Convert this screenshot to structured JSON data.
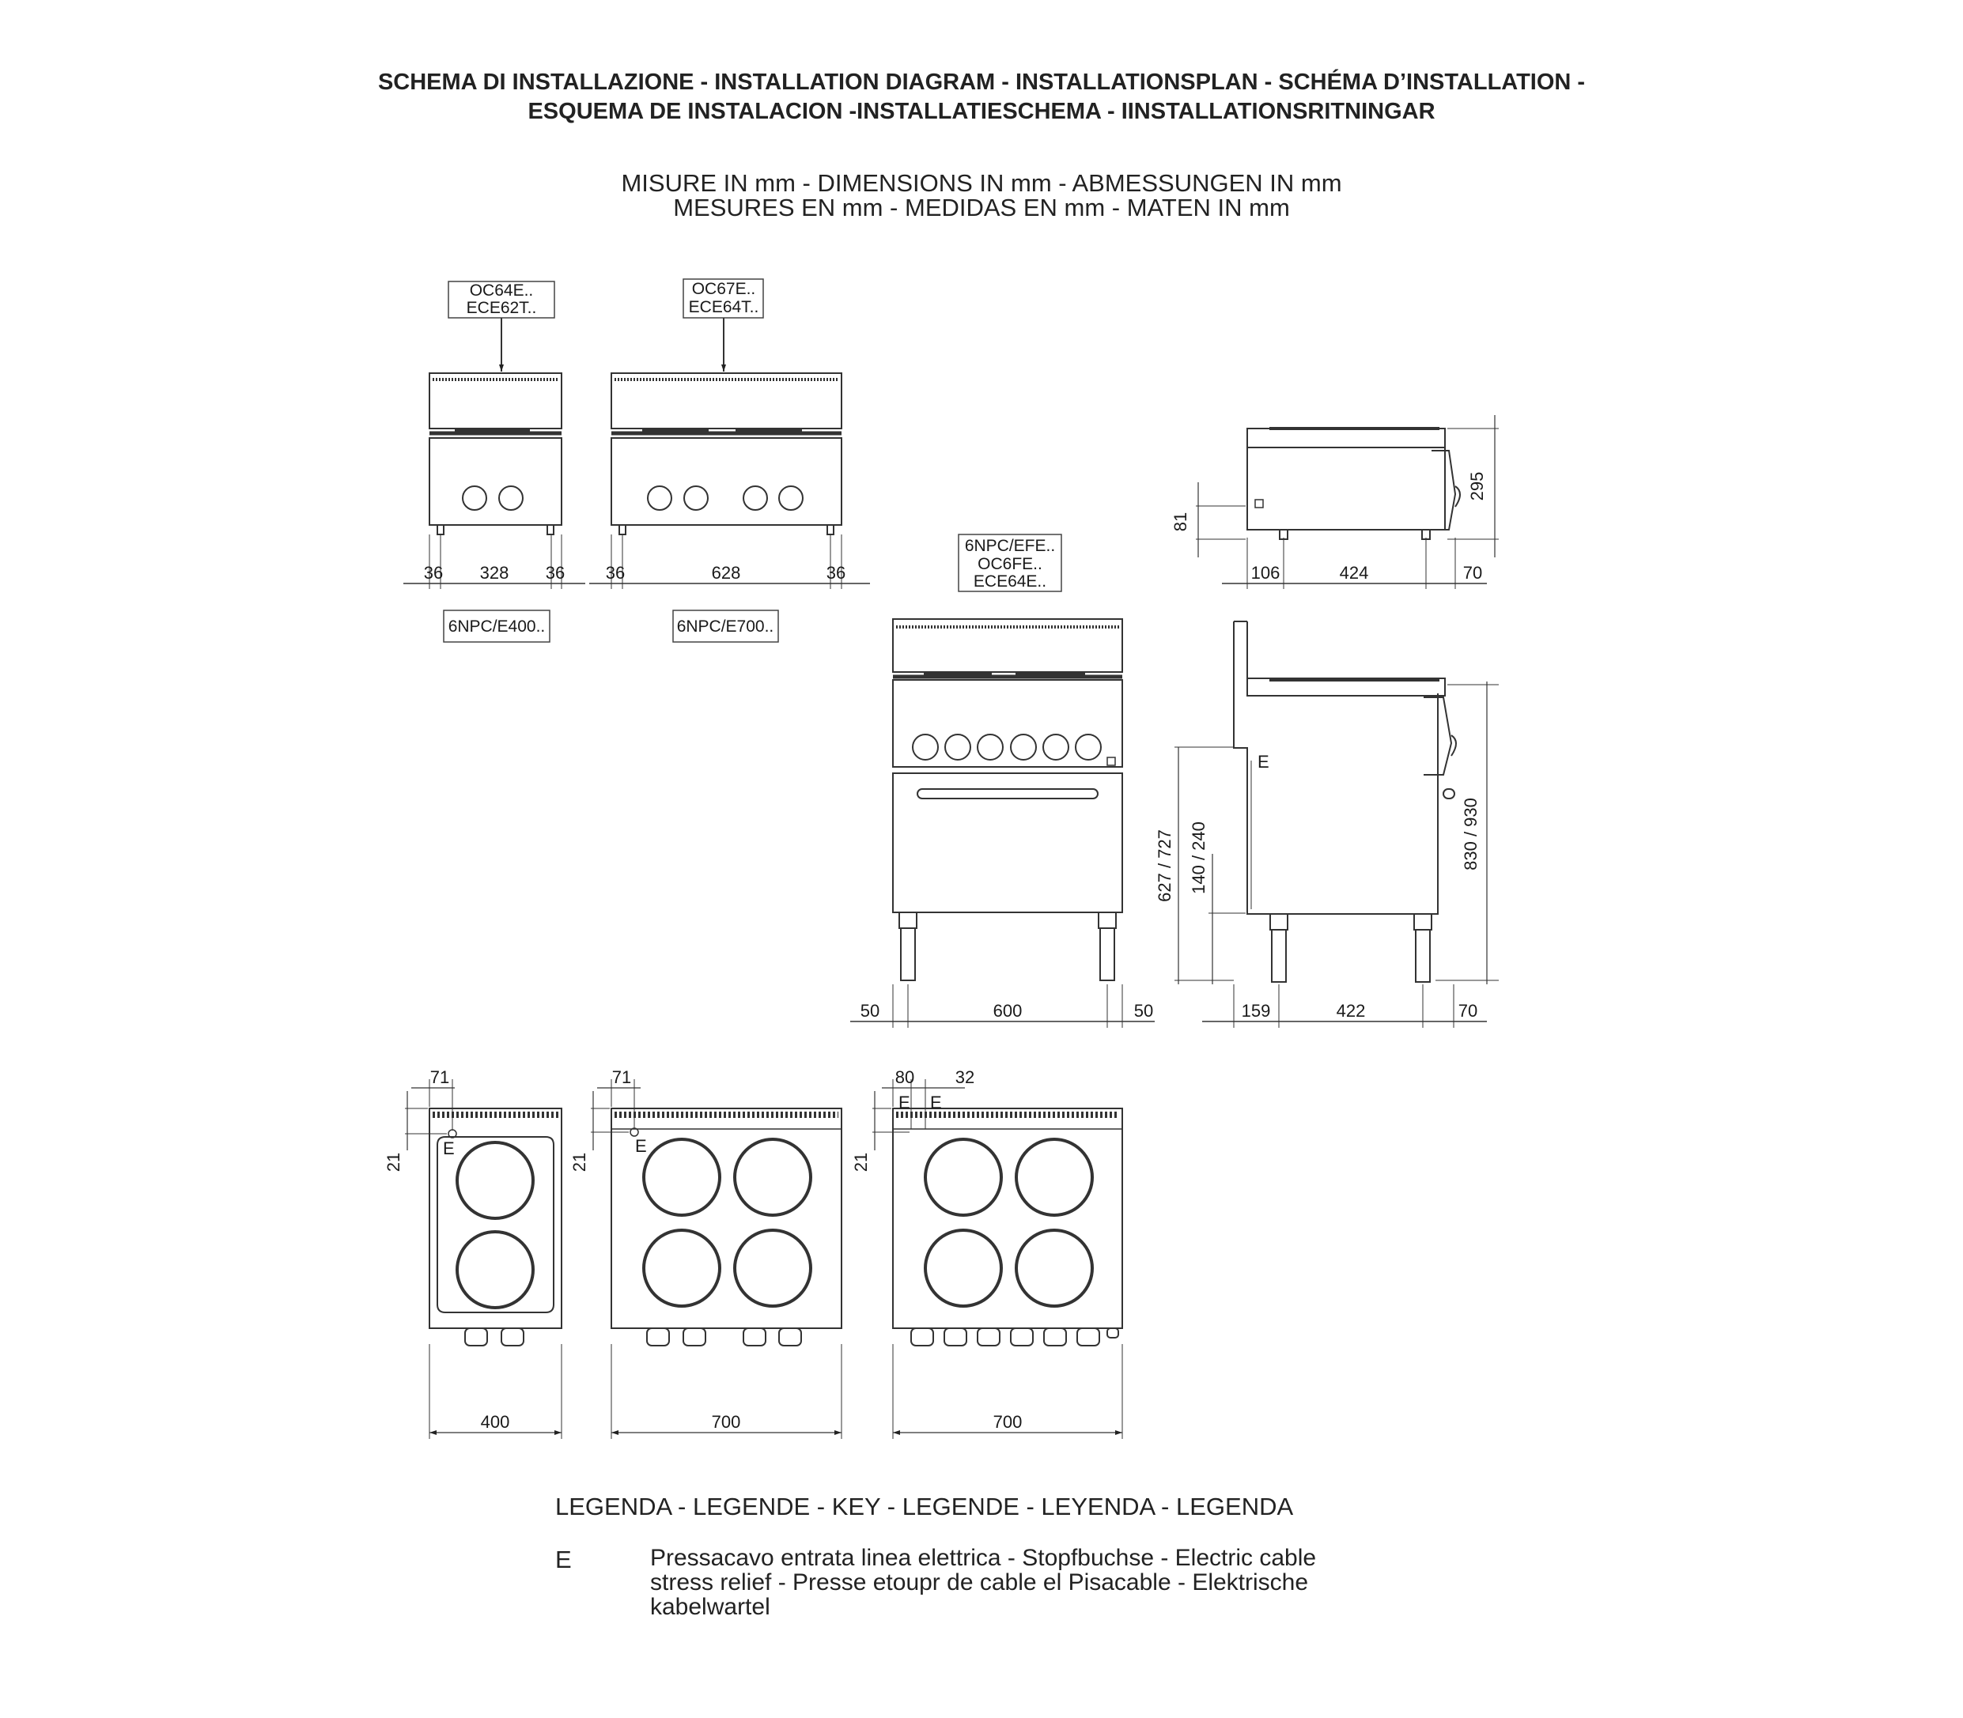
{
  "header": {
    "title_line1": "SCHEMA DI INSTALLAZIONE - INSTALLATION DIAGRAM - INSTALLATIONSPLAN - SCHÉMA D’INSTALLATION -",
    "title_line2": "ESQUEMA DE INSTALACION -INSTALLATIESCHEMA - IINSTALLATIONSRITNINGAR",
    "units_line1": "MISURE IN mm - DIMENSIONS IN mm - ABMESSUNGEN IN mm",
    "units_line2": "MESURES EN mm - MEDIDAS EN mm - MATEN IN mm"
  },
  "models": {
    "small_top": [
      "OC64E..",
      "ECE62T.."
    ],
    "large_top": [
      "OC67E..",
      "ECE64T.."
    ],
    "oven": [
      "6NPC/EFE..",
      "OC6FE..",
      "ECE64E.."
    ],
    "small_bottom": "6NPC/E400..",
    "large_bottom": "6NPC/E700.."
  },
  "dimensions": {
    "small_front": [
      "36",
      "328",
      "36"
    ],
    "large_front": [
      "36",
      "628",
      "36"
    ],
    "top_side": [
      "106",
      "424",
      "70"
    ],
    "top_side_height": "295",
    "top_side_cable": "81",
    "oven_front": [
      "50",
      "600",
      "50"
    ],
    "oven_side": [
      "159",
      "422",
      "70"
    ],
    "oven_side_height": "830 / 930",
    "oven_side_cable_a": "627 / 727",
    "oven_side_cable_b": "140 / 240",
    "plan_small_width": "400",
    "plan_large_width": "700",
    "plan_oven_width": "700",
    "plan_small_offset": "71",
    "plan_large_offset": "71",
    "plan_oven_offset_a": "80",
    "plan_oven_offset_b": "32",
    "plan_depth": "21",
    "cable_mark": "E"
  },
  "legend": {
    "title": "LEGENDA - LEGENDE - KEY - LEGENDE - LEYENDA - LEGENDA",
    "key": "E",
    "text": "Pressacavo entrata linea elettrica - Stopfbuchse - Electric cable stress relief - Presse etoupr de cable el Pisacable - Elektrische kabelwartel"
  }
}
